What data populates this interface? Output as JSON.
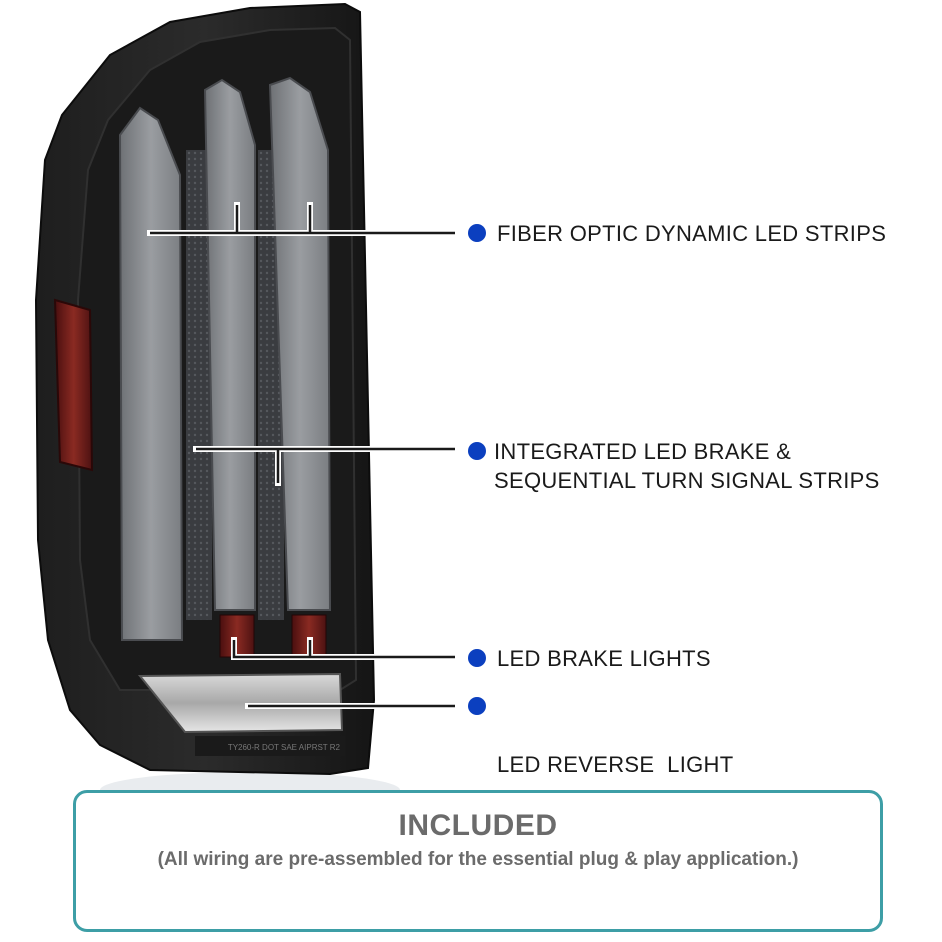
{
  "callouts": [
    {
      "lines": [
        "FIBER OPTIC DYNAMIC LED STRIPS"
      ],
      "marker_color": "#0b3fbf"
    },
    {
      "lines": [
        "INTEGRATED LED BRAKE &",
        "SEQUENTIAL TURN SIGNAL STRIPS"
      ],
      "marker_color": "#0b3fbf"
    },
    {
      "lines": [
        "LED BRAKE LIGHTS"
      ],
      "marker_color": "#0b3fbf"
    },
    {
      "lines": [
        "LED REVERSE  LIGHT"
      ],
      "marker_color": "#0b3fbf"
    }
  ],
  "lens_markings": [
    "TY260-R  DOT SAE AIPRST R2"
  ],
  "included": {
    "title": "INCLUDED",
    "note": "(All wiring are pre-assembled for the essential plug & play application.)",
    "border_color": "#3d9ea6"
  }
}
